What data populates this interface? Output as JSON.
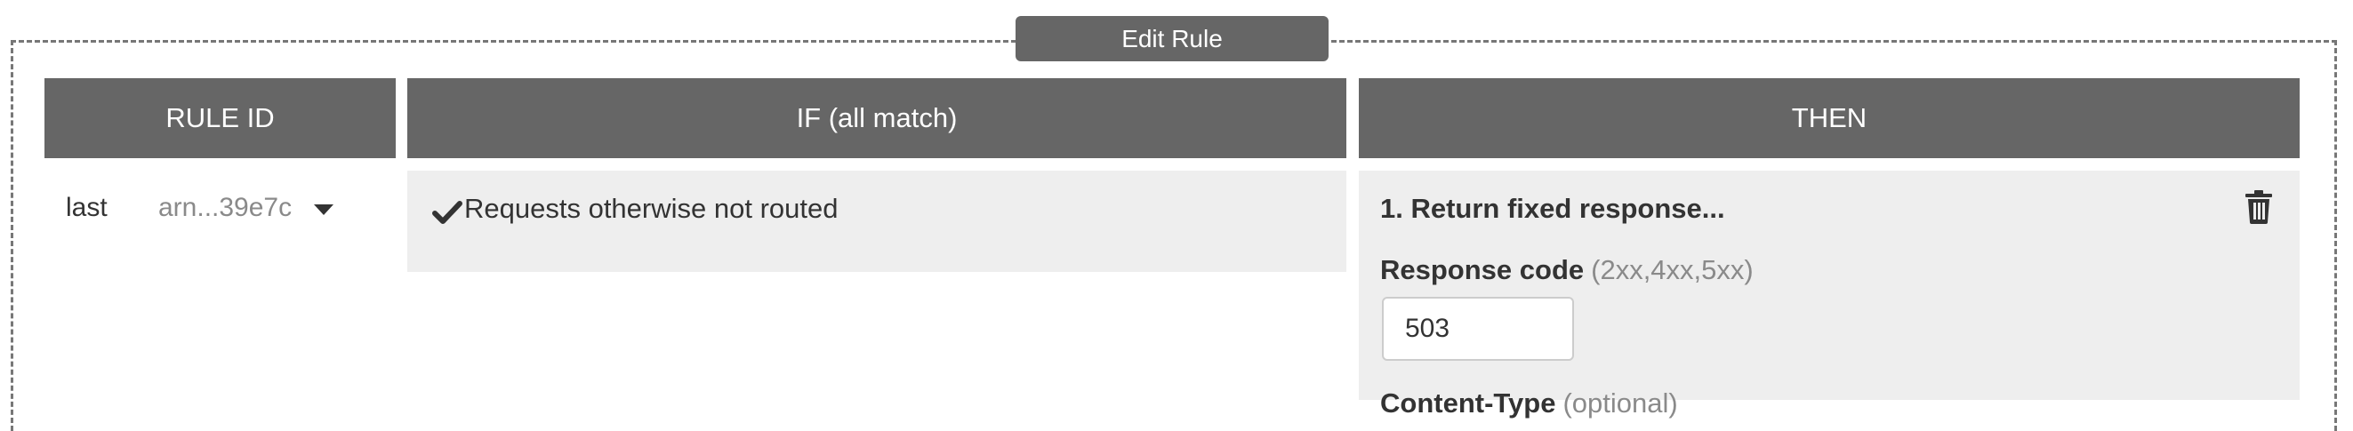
{
  "edit_rule_button": "Edit Rule",
  "headers": {
    "rule_id": "RULE ID",
    "if": "IF (all match)",
    "then": "THEN"
  },
  "rule": {
    "priority": "last",
    "arn": "arn...39e7c",
    "condition": "Requests otherwise not routed",
    "action": {
      "title": "1. Return fixed response...",
      "response_code_label": "Response code",
      "response_code_hint": "(2xx,4xx,5xx)",
      "response_code_value": "503",
      "content_type_label": "Content-Type",
      "content_type_hint": "(optional)"
    }
  },
  "icons": {
    "check": "check-icon",
    "caret": "caret-down-icon",
    "trash": "trash-icon"
  }
}
